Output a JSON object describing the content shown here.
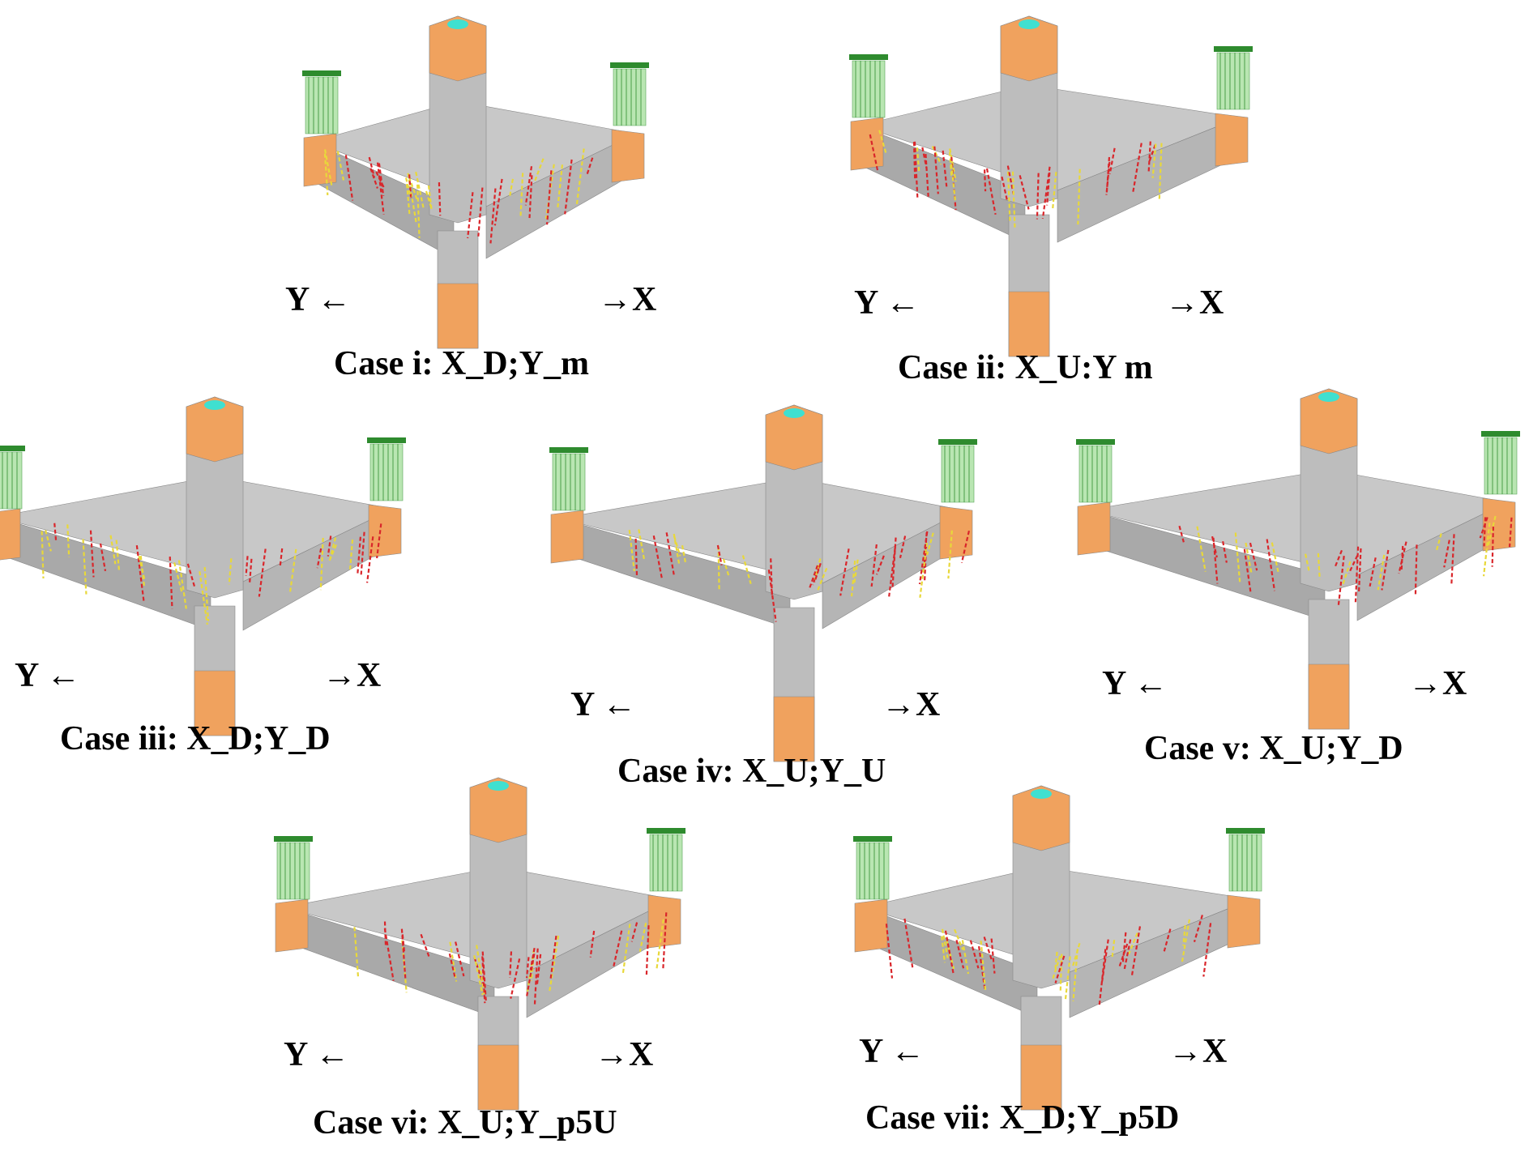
{
  "axis": {
    "y_label": "Y ←",
    "x_label": "→X"
  },
  "cases": [
    {
      "id": "i",
      "caption": "Case i: X_D;Y_m"
    },
    {
      "id": "ii",
      "caption": "Case ii: X_U:Y  m"
    },
    {
      "id": "iii",
      "caption": "Case iii: X_D;Y_D"
    },
    {
      "id": "iv",
      "caption": "Case iv: X_U;Y_U"
    },
    {
      "id": "v",
      "caption": "Case v: X_U;Y_D"
    },
    {
      "id": "vi",
      "caption": "Case vi: X_U;Y_p5U"
    },
    {
      "id": "vii",
      "caption": "Case vii: X_D;Y_p5D"
    }
  ],
  "colors": {
    "slab": "#c8c8c8",
    "slab_dark": "#a9a9a9",
    "column": "#bdbdbd",
    "orange": "#f0a25e",
    "cyan": "#3fe0d0",
    "green": "#2e8b2e",
    "green_light": "#a8e0a0",
    "crack_red": "#d9262b",
    "crack_yellow": "#e8d83a"
  }
}
